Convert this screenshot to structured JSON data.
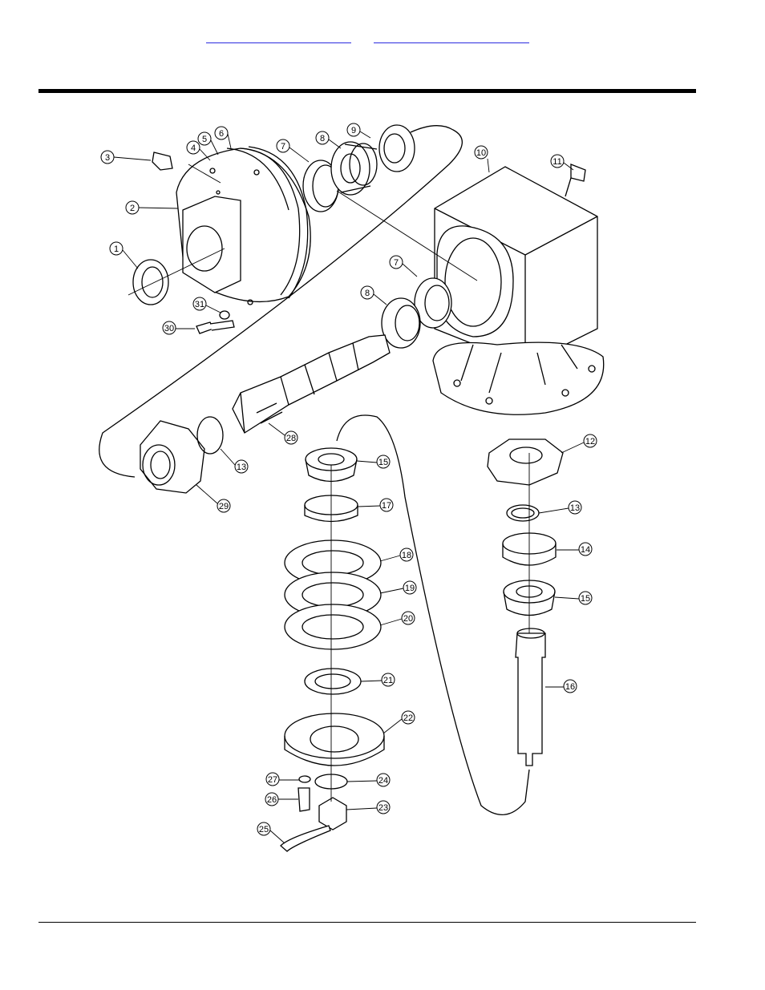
{
  "header": {
    "links": [
      {
        "label": ""
      },
      {
        "label": ""
      }
    ]
  },
  "callouts": [
    "1",
    "2",
    "3",
    "4",
    "5",
    "6",
    "7",
    "8",
    "9",
    "10",
    "11",
    "7",
    "8",
    "12",
    "13",
    "14",
    "15",
    "16",
    "28",
    "13",
    "29",
    "15",
    "17",
    "18",
    "19",
    "20",
    "21",
    "22",
    "24",
    "23",
    "27",
    "26",
    "25",
    "30",
    "31"
  ],
  "colors": {
    "link": "#2a2ae0",
    "ink": "#000000"
  }
}
